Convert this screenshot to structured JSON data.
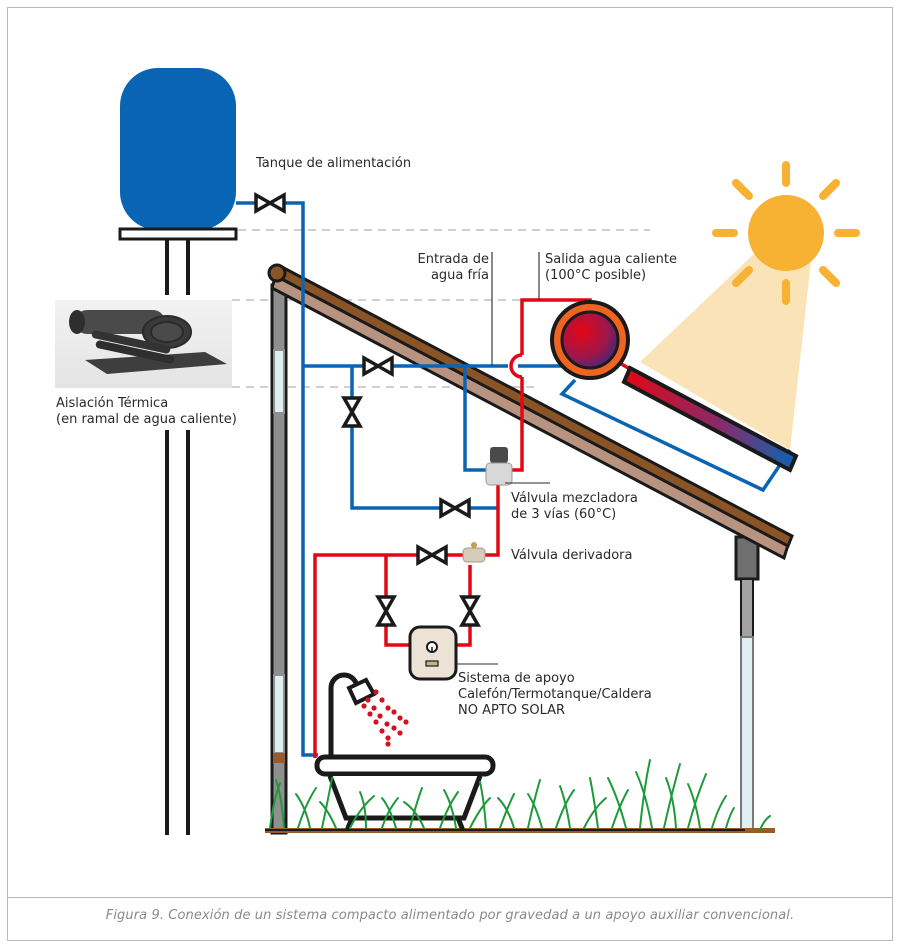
{
  "figure": {
    "caption": "Figura 9. Conexión de un sistema compacto alimentado por gravedad a un apoyo auxiliar convencional."
  },
  "labels": {
    "feed_tank": "Tanque de alimentación",
    "cold_inlet_line1": "Entrada de",
    "cold_inlet_line2": "agua fría",
    "hot_outlet_line1": "Salida agua caliente",
    "hot_outlet_line2": "(100°C posible)",
    "insulation_line1": "Aislación Térmica",
    "insulation_line2": "(en ramal de agua caliente)",
    "mixing_valve_line1": "Válvula mezcladora",
    "mixing_valve_line2": "de 3 vías (60°C)",
    "diverter_valve": "Válvula derivadora",
    "backup_line1": "Sistema de apoyo",
    "backup_line2": "Calefón/Termotanque/Caldera",
    "backup_line3": "NO APTO SOLAR"
  },
  "colors": {
    "cold_pipe": "#0a64b4",
    "hot_pipe": "#e30613",
    "tank": "#0a64b4",
    "sun": "#f7b233",
    "sun_beam": "#fbe3b8",
    "roof": "#8a5426",
    "grass": "#1e9a3c",
    "outline": "#1a1a1a"
  },
  "icons": {
    "sun": "sun-icon",
    "valve": "valve-icon",
    "shower": "shower-icon",
    "bathtub": "bathtub-icon",
    "heater": "water-heater-icon",
    "mixing_valve": "mixing-valve-icon",
    "diverter_valve": "diverter-valve-icon"
  }
}
